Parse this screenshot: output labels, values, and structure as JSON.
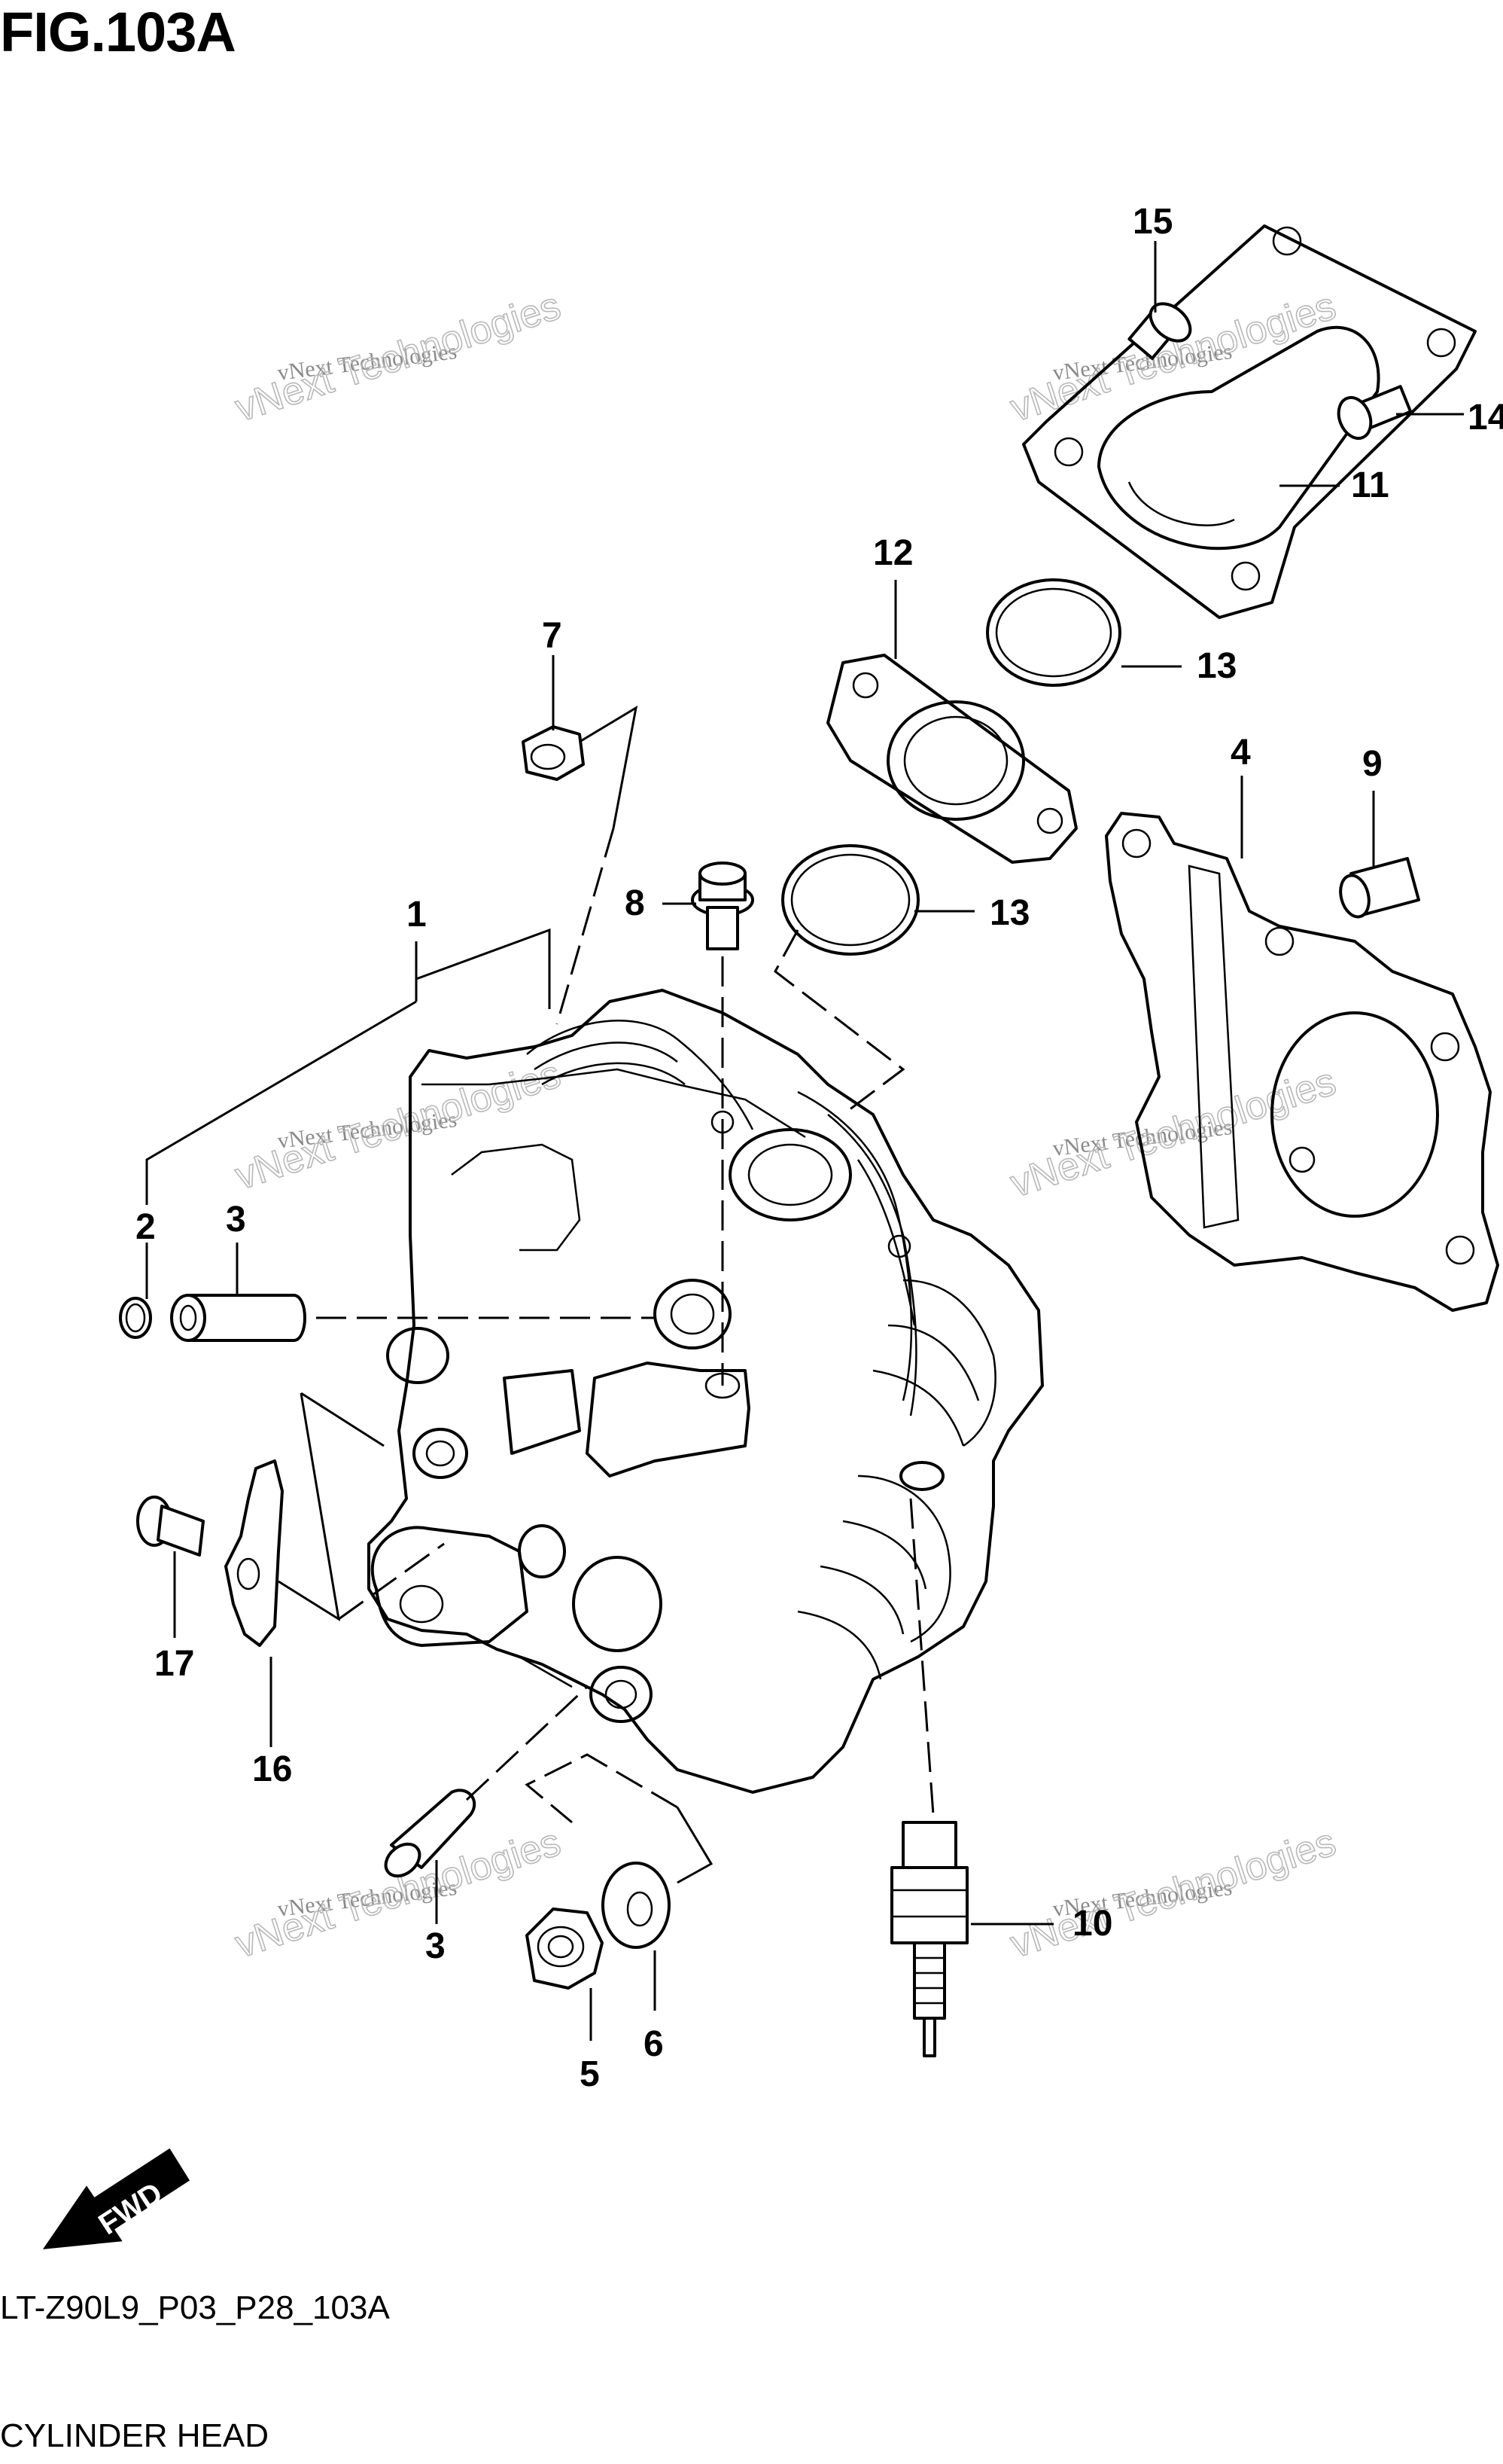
{
  "figure": {
    "title": "FIG.103A",
    "code": "LT-Z90L9_P03_P28_103A",
    "subtitle": "CYLINDER HEAD"
  },
  "watermark": {
    "line1": "vNext Technologies",
    "line2": "vNext Technologies"
  },
  "fwd_label": "FWD",
  "callouts": [
    "1",
    "2",
    "3",
    "3",
    "4",
    "5",
    "6",
    "7",
    "8",
    "9",
    "10",
    "11",
    "12",
    "13",
    "13",
    "14",
    "15",
    "16",
    "17"
  ]
}
